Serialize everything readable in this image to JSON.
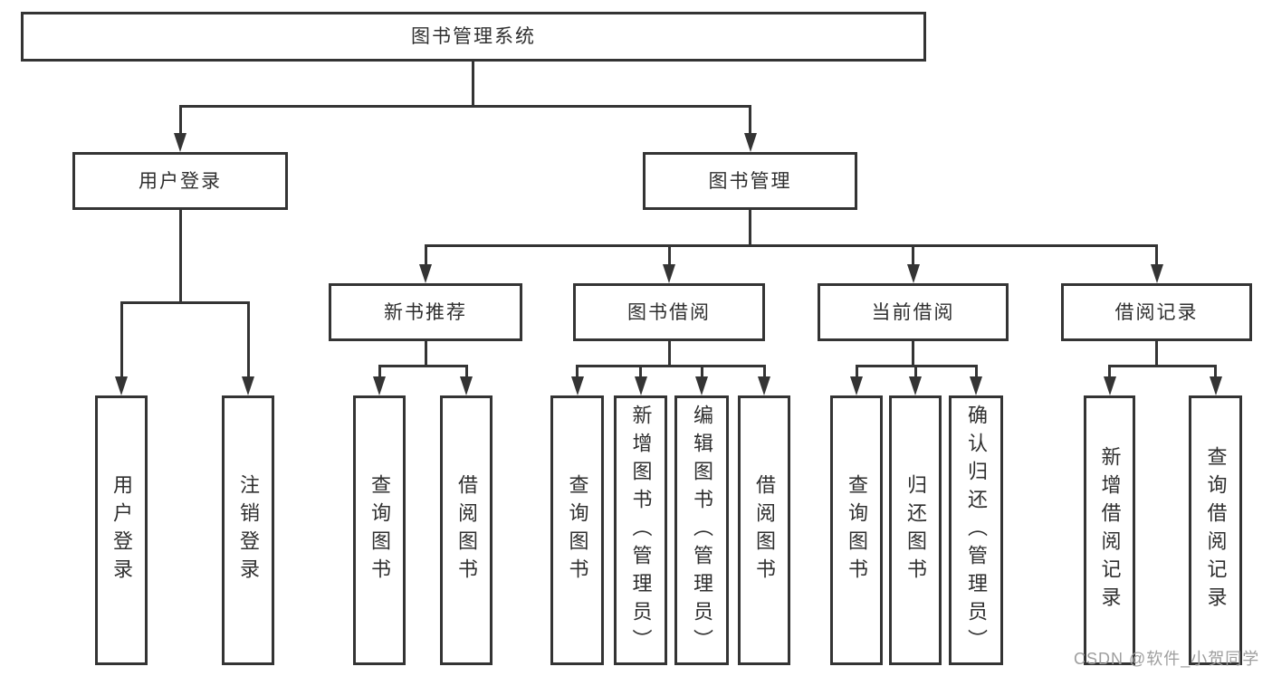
{
  "diagram": {
    "root": {
      "label": "图书管理系统"
    },
    "level2": {
      "user_login": {
        "label": "用户登录"
      },
      "book_management": {
        "label": "图书管理"
      }
    },
    "level3": {
      "new_book_recommend": {
        "label": "新书推荐"
      },
      "book_borrow": {
        "label": "图书借阅"
      },
      "current_borrow": {
        "label": "当前借阅"
      },
      "borrow_records": {
        "label": "借阅记录"
      }
    },
    "leaves": {
      "user_login": [
        "用户登录",
        "注销登录"
      ],
      "new_book_recommend": [
        "查询图书",
        "借阅图书"
      ],
      "book_borrow": [
        "查询图书",
        "新增图书（管理员）",
        "编辑图书（管理员）",
        "借阅图书"
      ],
      "current_borrow": [
        "查询图书",
        "归还图书",
        "确认归还（管理员）"
      ],
      "borrow_records": [
        "新增借阅记录",
        "查询借阅记录"
      ]
    }
  },
  "watermark": {
    "text": "CSDN @软件_小贺同学"
  },
  "colors": {
    "line": "#343434",
    "text": "#2f2f2f",
    "background": "#ffffff",
    "watermark": "#9e9e9e"
  }
}
